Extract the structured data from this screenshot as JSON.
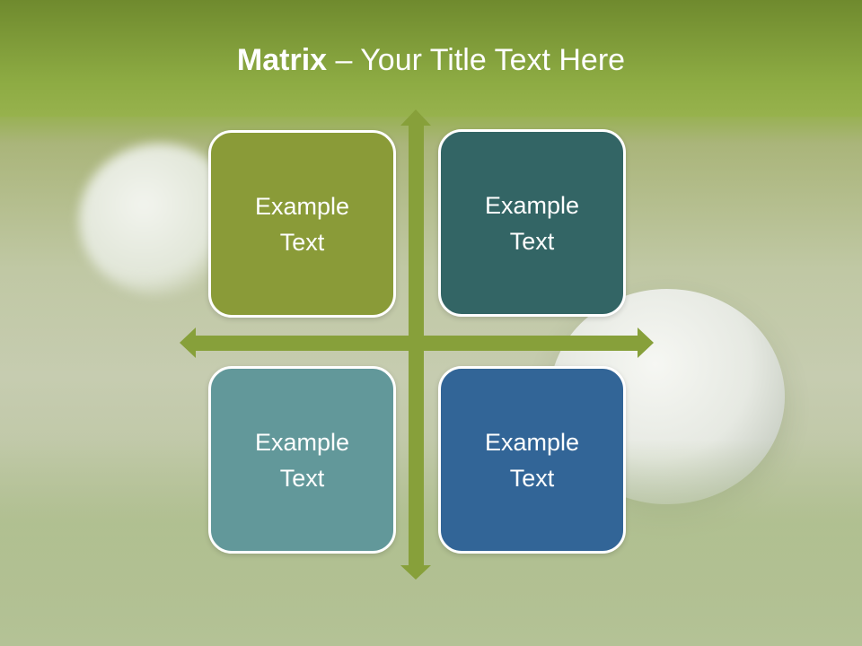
{
  "title": {
    "bold": "Matrix",
    "rest": " – Your Title Text Here"
  },
  "colors": {
    "arrow": "#87a03a",
    "box_top_left": "#8a9b38",
    "box_top_right": "#336565",
    "box_bottom_left": "#62989a",
    "box_bottom_right": "#326597"
  },
  "matrix": {
    "top_left": {
      "line1": "Example",
      "line2": "Text"
    },
    "top_right": {
      "line1": "Example",
      "line2": "Text"
    },
    "bottom_left": {
      "line1": "Example",
      "line2": "Text"
    },
    "bottom_right": {
      "line1": "Example",
      "line2": "Text"
    }
  }
}
